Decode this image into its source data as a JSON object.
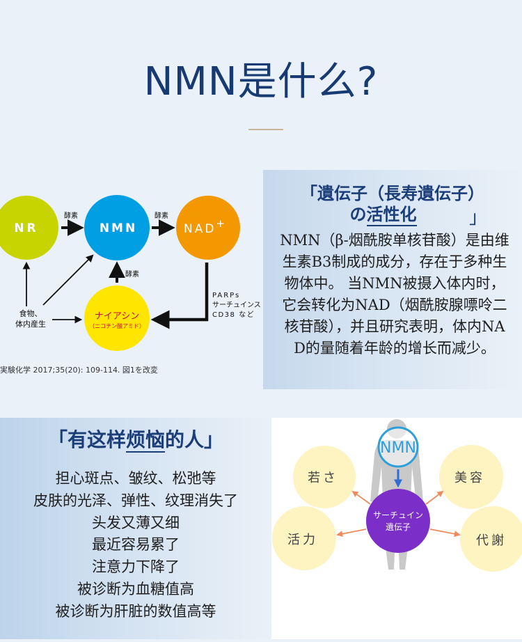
{
  "page_title": "NMN是什么?",
  "pathway": {
    "nodes": {
      "nr": "NR",
      "nmn": "NMN",
      "nad": "NAD",
      "nad_sup": "+",
      "niacin": "ナイアシン",
      "niacin_sub": "（ニコチン酸アミド）"
    },
    "enzyme_label": "酵素",
    "food_label_1": "食物、",
    "food_label_2": "体内産生",
    "consumers": [
      "PARPs",
      "サーチュインス",
      "CD38 など"
    ],
    "colors": {
      "nr": "#c7d400",
      "nmn": "#009fe3",
      "nad": "#f39800",
      "niacin": "#ffe600",
      "arrow": "#111111"
    }
  },
  "pathway_caption": "実験化学 2017;35(20): 109-114. 図1を改変",
  "activation": {
    "heading_line1": "「遺伝子（長寿遺伝子）",
    "heading_line2_pre": "の",
    "heading_line2_underlined": "活性化",
    "heading_close": "」",
    "body": "NMN（β-烟酰胺单核苷酸）是由维生素B3制成的成分，存在于多种生物体中。 当NMN被摄入体内时，它会转化为NAD（烟酰胺腺嘌呤二核苷酸），并且研究表明，体内NAD的量随着年龄的增长而减少。"
  },
  "concerns": {
    "heading_open": "「",
    "heading_pre": "有这样",
    "heading_underlined": "烦恼",
    "heading_post": "的人",
    "heading_close": "」",
    "items": [
      "担心斑点、皱纹、松弛等",
      "皮肤的光泽、弹性、纹理消失了",
      "头发又薄又细",
      "最近容易累了",
      "注意力下降了",
      "被诊断为血糖值高",
      "被诊断为肝脏的数值高等"
    ]
  },
  "benefits": {
    "nmn_label": "NMN",
    "center_line1": "サーチュイン",
    "center_line2": "遺伝子",
    "items": [
      "若さ",
      "美容",
      "活力",
      "代謝"
    ],
    "colors": {
      "bubble": "#fdf4c1",
      "center": "#7b2fc8",
      "arrow": "#f08a5d",
      "silhouette": "#c9c9c9",
      "nmn_ring": "#2f9fd9"
    }
  }
}
